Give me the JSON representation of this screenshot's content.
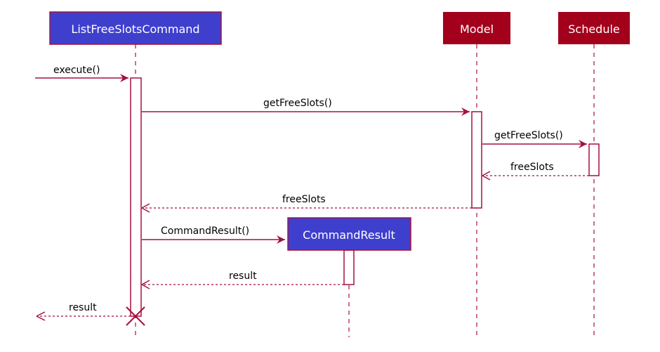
{
  "colors": {
    "logic_fill": "#3f3fce",
    "model_fill": "#a3001c",
    "line": "#a5103f",
    "text_on_dark": "#ffffff",
    "text": "#000000"
  },
  "participants": {
    "list_free_slots_command": "ListFreeSlotsCommand",
    "model": "Model",
    "schedule": "Schedule",
    "command_result": "CommandResult"
  },
  "messages": {
    "execute": "execute()",
    "get_free_slots_model": "getFreeSlots()",
    "get_free_slots_schedule": "getFreeSlots()",
    "free_slots_from_schedule": "freeSlots",
    "free_slots_from_model": "freeSlots",
    "command_result_create": "CommandResult()",
    "result_from_command_result": "result",
    "result_return": "result"
  }
}
